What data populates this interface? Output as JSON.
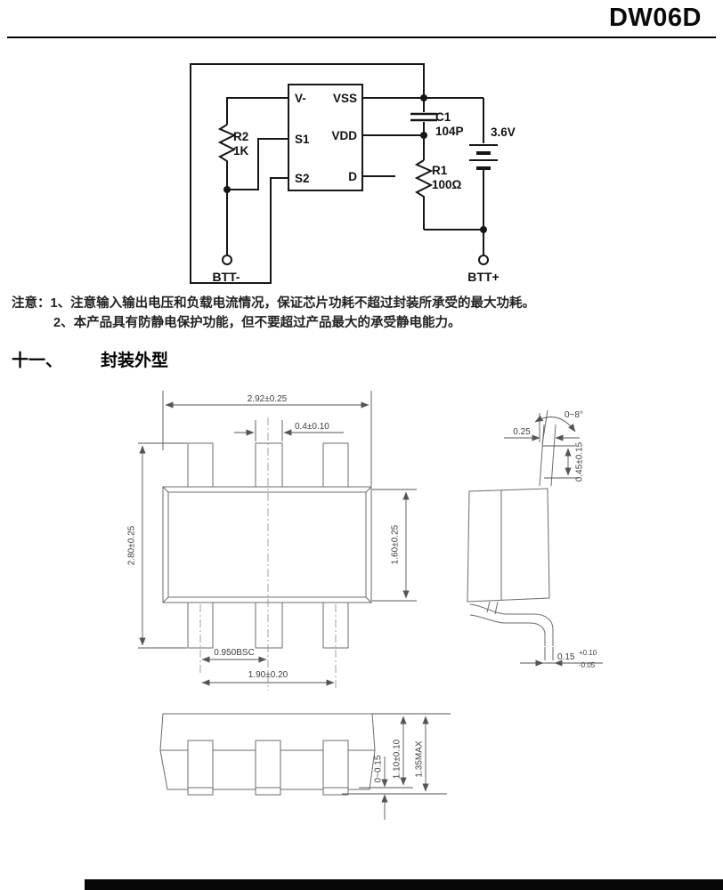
{
  "page": {
    "title": "DW06D"
  },
  "circuit": {
    "pins": {
      "left": [
        "V-",
        "S1",
        "S2"
      ],
      "right": [
        "VSS",
        "VDD",
        "D"
      ]
    },
    "r2_ref": "R2",
    "r2_val": "1K",
    "c1_ref": "C1",
    "c1_val": "104P",
    "r1_ref": "R1",
    "r1_val": "100Ω",
    "battery_val": "3.6V",
    "btt_neg": "BTT-",
    "btt_pos": "BTT+"
  },
  "notes": {
    "prefix": "注意：",
    "item1": "1、注意输入输出电压和负载电流情况，保证芯片功耗不超过封装所承受的最大功耗。",
    "item2": "2、本产品具有防静电保护功能，但不要超过产品最大的承受静电能力。"
  },
  "section": {
    "number": "十一、",
    "title": "封装外型"
  },
  "dims": {
    "top_width": "2.92±0.25",
    "lead_width": "0.4±0.10",
    "body_length": "2.80±0.25",
    "body_width": "1.60±0.25",
    "lead_pitch": "0.950BSC",
    "lead_span": "1.90±0.20",
    "lead_angle": "0~8°",
    "lead_thickness": "0.25",
    "foot_length": "0.45±0.15",
    "tip_thickness": "0.15",
    "tip_tol_plus": "+0.10",
    "tip_tol_minus": "-0.05",
    "standoff": "0~0.15",
    "body_height": "1.10±0.10",
    "total_height": "1.35MAX"
  },
  "colors": {
    "ink": "#161616",
    "drawing_line": "#6b6b6b",
    "paper": "#ffffff"
  }
}
